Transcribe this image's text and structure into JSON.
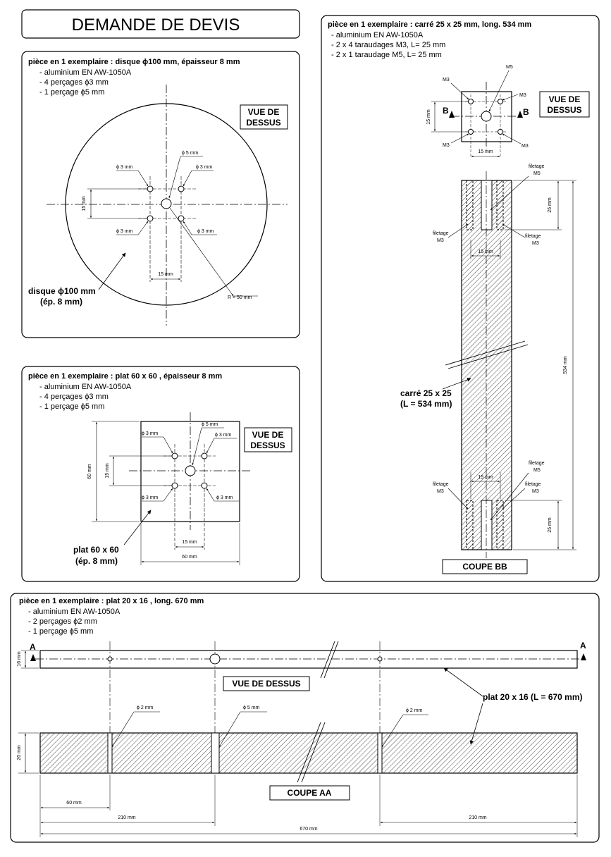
{
  "title": "DEMANDE DE DEVIS",
  "disk": {
    "spec": "pièce en 1 exemplaire : disque ϕ100 mm, épaisseur 8 mm",
    "lines": [
      "- aluminium EN AW-1050A",
      "- 4 perçages ϕ3 mm",
      "- 1 perçage ϕ5 mm"
    ],
    "view_label_1": "VUE DE",
    "view_label_2": "DESSUS",
    "hole_small": "ϕ 3 mm",
    "hole_center": "ϕ 5 mm",
    "dim_vert": "15 mm",
    "dim_horiz": "15 mm",
    "radius": "R = 50 mm",
    "label_1": "disque ϕ100 mm",
    "label_2": "(ép. 8 mm)"
  },
  "plate": {
    "spec": "pièce en 1 exemplaire : plat 60 x 60 , épaisseur 8 mm",
    "lines": [
      "- aluminium EN AW-1050A",
      "- 4 perçages ϕ3 mm",
      "- 1 perçage ϕ5 mm"
    ],
    "view_label_1": "VUE DE",
    "view_label_2": "DESSUS",
    "hole_small": "ϕ 3 mm",
    "hole_center": "ϕ 5 mm",
    "dim_outer_v": "60 mm",
    "dim_inner_v": "15 mm",
    "dim_inner_h": "15 mm",
    "dim_outer_h": "60 mm",
    "label_1": "plat 60 x 60",
    "label_2": "(ép. 8 mm)"
  },
  "bar": {
    "spec": "pièce en 1 exemplaire : carré 25 x 25 mm, long. 534 mm",
    "lines": [
      "- aluminium EN AW-1050A",
      "- 2 x 4 taraudages M3, L= 25 mm",
      "- 2 x 1 taraudage M5, L= 25 mm"
    ],
    "view_label_1": "VUE DE",
    "view_label_2": "DESSUS",
    "m3": "M3",
    "m5": "M5",
    "section_b": "B",
    "dim_15": "15 mm",
    "dim_25": "25 mm",
    "dim_534": "534 mm",
    "filetage": "filetage",
    "label_1": "carré 25 x 25",
    "label_2": "(L = 534 mm)",
    "section_label": "COUPE BB"
  },
  "strip": {
    "spec": "pièce en 1 exemplaire : plat 20 x 16 , long. 670 mm",
    "lines": [
      "- aluminium EN AW-1050A",
      "- 2 perçages ϕ2 mm",
      "- 1 perçage ϕ5 mm"
    ],
    "section_a": "A",
    "dim_16": "16 mm",
    "view_label": "VUE DE DESSUS",
    "label": "plat 20 x 16 (L = 670 mm)",
    "hole_small": "ϕ 2 mm",
    "hole_center": "ϕ 5 mm",
    "dim_20": "20 mm",
    "dim_60": "60 mm",
    "dim_210": "210 mm",
    "dim_670": "670 mm",
    "section_label": "COUPE AA"
  }
}
